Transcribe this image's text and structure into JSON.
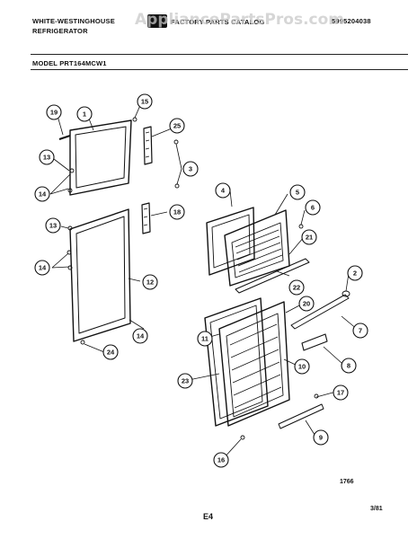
{
  "header": {
    "brand_line1": "WHITE-WESTINGHOUSE",
    "brand_line2": "REFRIGERATOR",
    "catalog_text": "FACTORY PARTS CATALOG",
    "part_number": "5995204038",
    "watermark": "AppliancePartsPros.com"
  },
  "model_line": "MODEL PRT164MCW1",
  "callouts": [
    "19",
    "1",
    "15",
    "25",
    "13",
    "3",
    "14",
    "18",
    "13",
    "14",
    "12",
    "14",
    "24",
    "4",
    "5",
    "6",
    "21",
    "22",
    "2",
    "20",
    "11",
    "7",
    "8",
    "23",
    "10",
    "17",
    "9",
    "16"
  ],
  "footer": {
    "drawing_number": "1766",
    "page_code": "E4",
    "date": "3/81"
  }
}
